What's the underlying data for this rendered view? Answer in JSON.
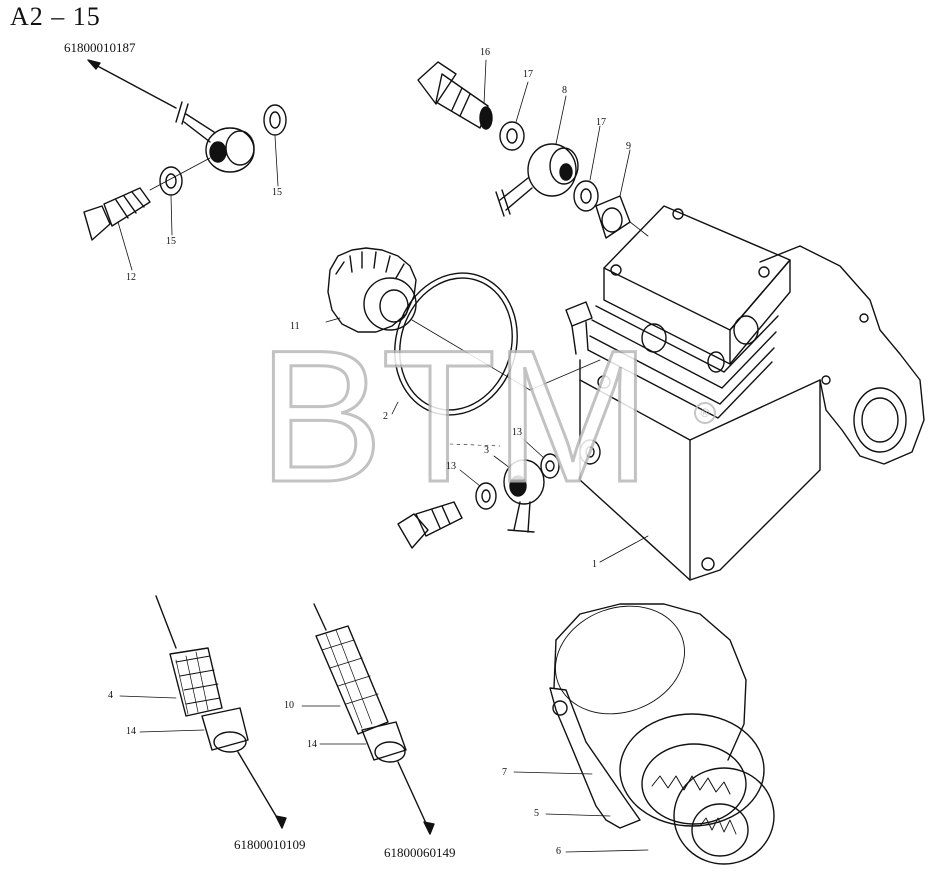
{
  "title": "A2 – 15",
  "part_numbers": {
    "top": "61800010187",
    "bottom_left": "61800010109",
    "bottom_middle": "61800060149"
  },
  "labels": {
    "c16": "16",
    "c17a": "17",
    "c8": "8",
    "c17b": "17",
    "c9": "9",
    "c15a": "15",
    "c15b": "15",
    "c12": "12",
    "c11": "11",
    "c2": "2",
    "c3": "3",
    "c13a": "13",
    "c13b": "13",
    "c1": "1",
    "c4": "4",
    "c14a": "14",
    "c10": "10",
    "c14b": "14",
    "c7": "7",
    "c5": "5",
    "c6": "6"
  },
  "watermark": {
    "text": "BTM",
    "mark": "®"
  }
}
